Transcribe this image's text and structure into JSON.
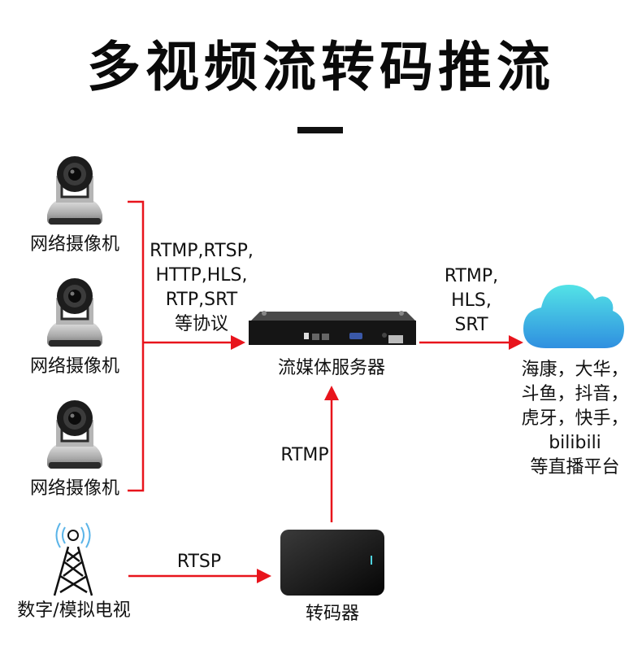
{
  "title": "多视频流转码推流",
  "colors": {
    "arrow": "#e8141c",
    "cloud_top": "#53e3e6",
    "cloud_bottom": "#2f8fe0",
    "device": "#1a1a1a",
    "signal": "#5ab4e8"
  },
  "sources": {
    "cameras": [
      {
        "label": "网络摄像机",
        "icon": "ptz-camera-icon"
      },
      {
        "label": "网络摄像机",
        "icon": "ptz-camera-icon"
      },
      {
        "label": "网络摄像机",
        "icon": "ptz-camera-icon"
      }
    ],
    "tv": {
      "label": "数字/模拟电视",
      "icon": "broadcast-tower-icon"
    }
  },
  "protocols_in": [
    "RTMP,RTSP,",
    "HTTP,HLS,",
    "RTP,SRT",
    "等协议"
  ],
  "server": {
    "label": "流媒体服务器",
    "icon": "rack-server-icon"
  },
  "protocols_out": [
    "RTMP,",
    "HLS,",
    "SRT"
  ],
  "cloud": {
    "icon": "cloud-icon",
    "platforms": [
      "海康，大华，",
      "斗鱼，抖音，",
      "虎牙，快手，",
      "bilibili",
      "等直播平台"
    ]
  },
  "transcoder": {
    "label": "转码器",
    "icon": "transcoder-box-icon",
    "uplink_protocol": "RTMP"
  },
  "tv_link_protocol": "RTSP"
}
